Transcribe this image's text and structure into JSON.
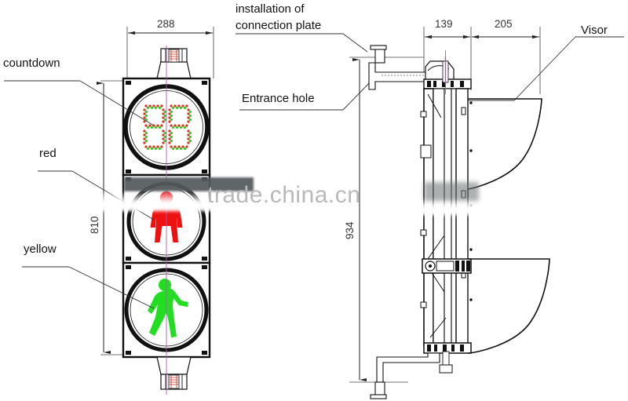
{
  "document": {
    "type": "technical-drawing",
    "subject": "Pedestrian traffic signal light with countdown timer",
    "watermark": "trade.china.cn"
  },
  "labels": {
    "countdown": "countdown",
    "red": "red",
    "yellow": "yellow",
    "installation_of_connection_plate": "installation of\nconnection plate",
    "installation_line1": "installation of",
    "installation_line2": "connection plate",
    "entrance_hole": "Entrance hole",
    "visor": "Visor"
  },
  "dimensions": {
    "front_width": "288",
    "front_height": "810",
    "side_depth_a": "139",
    "side_depth_b": "205",
    "side_height": "934"
  },
  "front_view": {
    "modules": [
      {
        "name": "countdown-module",
        "display": "countdown-two-digit",
        "led_colors": [
          "#d9341f",
          "#33cc22"
        ]
      },
      {
        "name": "red-module",
        "pictogram": "standing-pedestrian",
        "color": "#ee1111"
      },
      {
        "name": "green-module",
        "pictogram": "walking-pedestrian",
        "color": "#22dd22"
      }
    ],
    "countdown_digits": "88"
  },
  "colors": {
    "red_signal": "#ee1111",
    "green_signal": "#22dd22",
    "led_red": "#d9341f",
    "led_green": "#33cc22",
    "centerline": "#b05ab0",
    "outline": "#111111",
    "watermark": "#b9b9b9"
  }
}
